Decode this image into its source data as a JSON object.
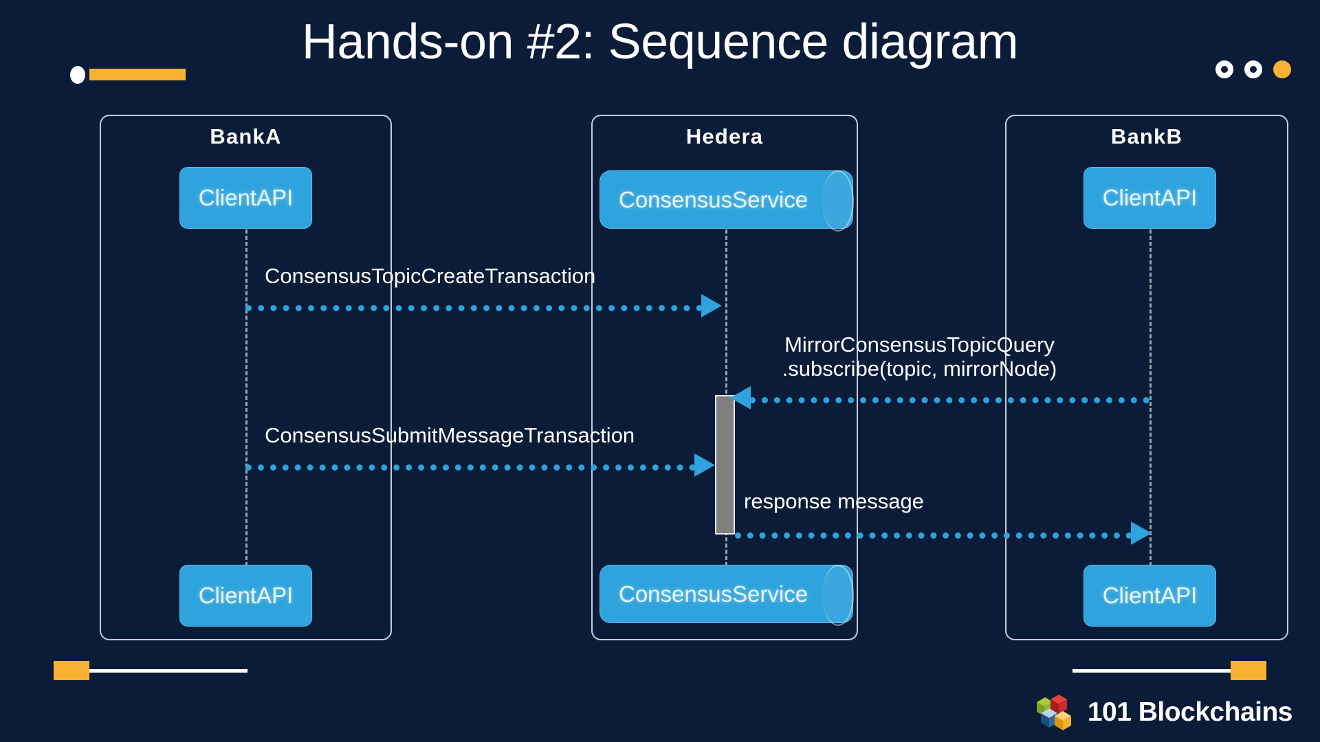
{
  "slide": {
    "title": "Hands-on #2: Sequence diagram",
    "background_color": "#0b1c38",
    "accent_color": "#f9b233",
    "participant_color": "#2ea3dd",
    "message_color": "#2ea3dd",
    "activation_color": "#7f7f7f",
    "border_color": "#c8cdd6"
  },
  "header": {
    "bullet_dot": "bullet-dot",
    "bullet_bar": "accent-bar",
    "dots": [
      {
        "name": "dot-ring-1",
        "style": "ring",
        "color": "#ffffff"
      },
      {
        "name": "dot-ring-2",
        "style": "ring",
        "color": "#ffffff"
      },
      {
        "name": "dot-solid-3",
        "style": "solid",
        "color": "#f9b233"
      }
    ]
  },
  "diagram": {
    "type": "uml-sequence-diagram",
    "groups": [
      {
        "id": "bankA",
        "title": "BankA",
        "participant": "ClientAPI",
        "shape": "rounded-rect"
      },
      {
        "id": "hedera",
        "title": "Hedera",
        "participant": "ConsensusService",
        "shape": "cylinder"
      },
      {
        "id": "bankB",
        "title": "BankB",
        "participant": "ClientAPI",
        "shape": "rounded-rect"
      }
    ],
    "footer_participants": [
      {
        "id": "bankA-bottom",
        "label": "ClientAPI",
        "shape": "rounded-rect"
      },
      {
        "id": "hedera-bottom",
        "label": "ConsensusService",
        "shape": "cylinder"
      },
      {
        "id": "bankB-bottom",
        "label": "ClientAPI",
        "shape": "rounded-rect"
      }
    ],
    "messages": [
      {
        "id": "msg-1",
        "label": "ConsensusTopicCreateTransaction",
        "from": "bankA",
        "to": "hedera",
        "direction": "right",
        "style": "dotted"
      },
      {
        "id": "msg-2",
        "label_line1": "MirrorConsensusTopicQuery",
        "label_line2": ".subscribe(topic, mirrorNode)",
        "from": "bankB",
        "to": "hedera",
        "direction": "left",
        "style": "dotted"
      },
      {
        "id": "msg-3",
        "label": "ConsensusSubmitMessageTransaction",
        "from": "bankA",
        "to": "hedera",
        "direction": "right",
        "style": "dotted"
      },
      {
        "id": "msg-4",
        "label": "response message",
        "from": "hedera",
        "to": "bankB",
        "direction": "right",
        "style": "dotted"
      }
    ],
    "activation": {
      "on": "hedera",
      "label": "activation-bar"
    }
  },
  "footer": {
    "brand": "101 Blockchains",
    "cube_colors": [
      "#8ab52b",
      "#d12b2b",
      "#2e6ea8",
      "#f5b02e"
    ]
  }
}
